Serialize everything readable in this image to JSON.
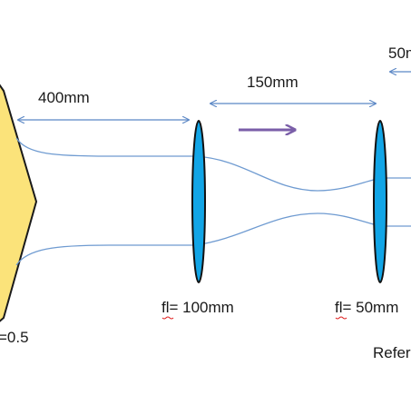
{
  "labels": {
    "dist_400": "400mm",
    "dist_150": "150mm",
    "dist_50_partial": "50m",
    "lens1_fl_prefix": "fl",
    "lens1_fl_value": "= 100mm",
    "lens2_fl_prefix": "fl",
    "lens2_fl_value": "= 50mm",
    "param_partial": "=0.5",
    "reference_partial": "Refer"
  },
  "colors": {
    "source_fill": "#fbe37a",
    "source_stroke": "#1a1a1a",
    "lens_fill": "#12a5e6",
    "lens_stroke": "#111111",
    "beam": "#6f9bd1",
    "dimension_arrow": "#5b87c5",
    "direction_arrow": "#7a5ea8",
    "spellcheck_underline": "#e02020"
  }
}
